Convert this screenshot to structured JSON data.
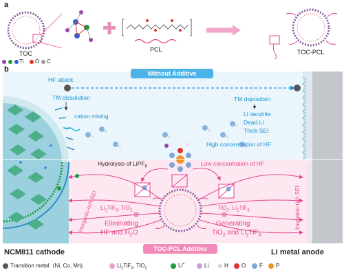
{
  "panel_a": {
    "letter": "a",
    "toc_label": "TOC",
    "pcl_label": "PCL",
    "toc_pcl_label": "TOC-PCL",
    "legend": {
      "ti": "Ti",
      "o": "O",
      "c": "C"
    }
  },
  "panel_b": {
    "letter": "b",
    "banner_without": "Without Additive",
    "banner_with": "TOC-PCL Additive",
    "hf_attack": "HF attack",
    "tm_dissolution": "TM dissolution",
    "cation_mixing": "cation mixing",
    "tm_deposition": "TM deposition",
    "li_dendrite": "Li dendrite",
    "dead_li": "Dead Li",
    "thick_sei": "Thick SEI",
    "high_hf": "High concentration of HF",
    "hydrolysis": "Hydrolysis of LiPF",
    "hydrolysis_sub": "6",
    "low_hf": "Low concentration of HF",
    "left_products": "Li",
    "left_products_2": "TiF",
    "left_products_3": "6",
    "left_products_4": ",  TiO",
    "left_products_5": "2",
    "right_products": "TiO",
    "right_products_2": "2",
    "right_products_3": ",   Li",
    "right_products_4": "2",
    "right_products_5": "TiF",
    "right_products_6": "6",
    "eliminating_1": "Eliminating",
    "eliminating_2": "HF and H",
    "eliminating_3": "2",
    "eliminating_4": "O",
    "generating_1": "Generating",
    "generating_2": "TiO",
    "generating_3": "2",
    "generating_4": " and Li",
    "generating_5": "2",
    "generating_6": "TiF",
    "generating_7": "6",
    "left_sei": "Inorganic-rich SEI",
    "right_sei": "Inorganic-rich SEI",
    "cathode": "NCM811 cathode",
    "anode": "Li metal anode"
  },
  "legend": {
    "tm": "Transition metal（Ni,  Co,  Mn)",
    "li2tif6": "Li",
    "li2tif6_b": "2",
    "li2tif6_c": "TiF",
    "li2tif6_d": "6",
    "li2tif6_e": ", TiO",
    "li2tif6_f": "2",
    "li_plus": "Li",
    "li_plus_sup": "+",
    "li": "Li",
    "h": "H",
    "o": "O",
    "f": "F",
    "p": "P"
  },
  "colors": {
    "blue_accent": "#1a8fd0",
    "pink_accent": "#e0458f",
    "cathode_green": "#4caf8a",
    "anode_grey": "#b8bcc2",
    "top_bg": "#eaf6fc",
    "bottom_bg": "#fde8f1"
  }
}
